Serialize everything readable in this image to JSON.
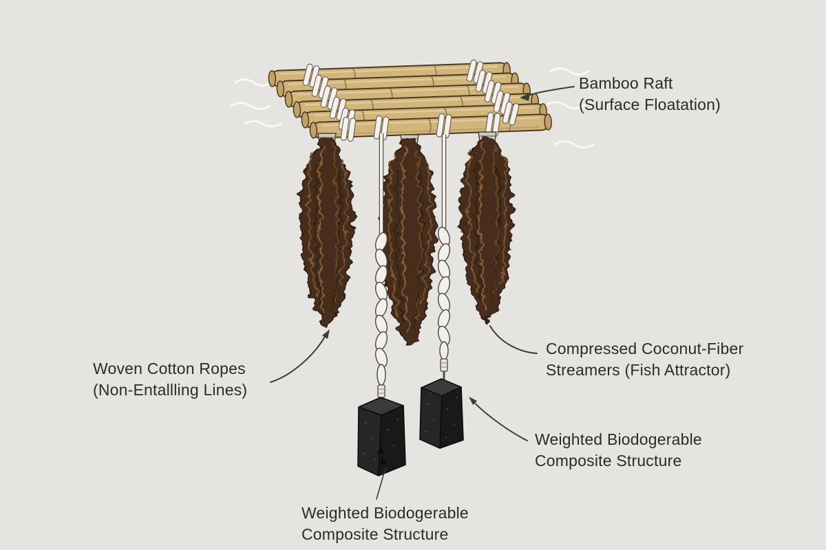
{
  "labels": {
    "bamboo_raft": {
      "lines": [
        "Bamboo Raft",
        "(Surface Floatation)"
      ]
    },
    "cotton_ropes": {
      "lines": [
        "Woven Cotton Ropes",
        "(Non-Entallling Lines)"
      ]
    },
    "coconut_streamers": {
      "lines": [
        "Compressed Coconut-Fiber",
        "Streamers (Fish Attractor)"
      ]
    },
    "weight_right": {
      "lines": [
        "Weighted Biodogerable",
        "Composite Structure"
      ]
    },
    "weight_bottom": {
      "lines": [
        "Weighted Biodogerable",
        "Composite Structure"
      ]
    }
  },
  "illustration": {
    "components": [
      "bamboo-raft",
      "rope-lashings",
      "coconut-fiber-streamers",
      "woven-cotton-ropes",
      "weight-blocks",
      "water-waves",
      "leader-arrows"
    ]
  },
  "colors": {
    "background": "#e5e4e1",
    "text": "#2b2b2b",
    "bamboo": "#d2b57b",
    "bamboo_outline": "#4b3a22",
    "lashing_rope": "#f3f1ea",
    "coconut_fiber": "#462e1c",
    "fiber_strand": "#7c5732",
    "hanging_rope": "#f2f0ea",
    "weight_block": "#262626",
    "wave": "#fafaf8",
    "leader_line": "#3c3c3c"
  }
}
